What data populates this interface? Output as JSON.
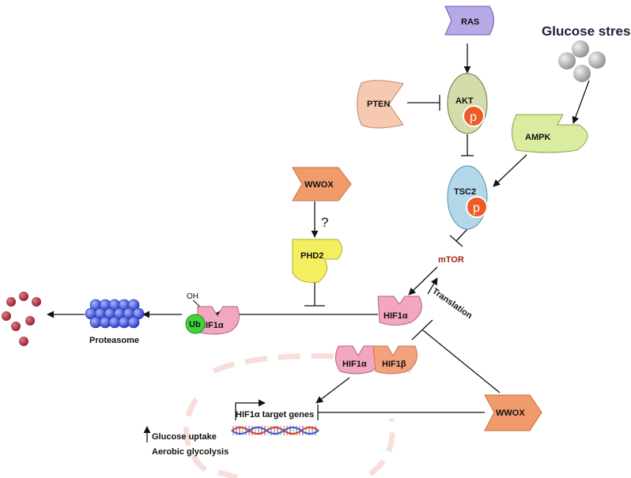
{
  "nodes": {
    "ras": "RAS",
    "pten": "PTEN",
    "akt": "AKT",
    "akt_p": "p",
    "ampk": "AMPK",
    "tsc2": "TSC2",
    "tsc2_p": "p",
    "wwox_top": "WWOX",
    "phd2": "PHD2",
    "mtor": "mTOR",
    "hif1a_center": "HIF1α",
    "hif1a_ub": "HIF1α",
    "ub": "Ub",
    "oh": "OH",
    "hif1a_dimer": "HIF1α",
    "hif1b_dimer": "HIF1β",
    "wwox_bottom": "WWOX",
    "proteasome": "Proteasome",
    "glucose_stress": "Glucose stress",
    "target_genes": "HIF1α target genes",
    "glucose_uptake": "Glucose uptake",
    "aerobic_glycolysis": "Aerobic glycolysis"
  },
  "edges": {
    "question": "?",
    "translation": "Translation"
  },
  "colors": {
    "ras": "#b7a8e6",
    "pten": "#f6c9b0",
    "akt": "#d4dcab",
    "phospho": "#ef5b26",
    "ampk": "#d9ec9f",
    "tsc2": "#b4d8ea",
    "wwox": "#f19a6a",
    "phd2": "#f4ef60",
    "hif1a": "#f2a6bf",
    "hif1b": "#f4a27e",
    "ub": "#3ed43e",
    "mtor": "#a31f16",
    "proteasome": "#3e56e2",
    "fragments": "#b22a3c",
    "glucose": "#a8a8a8",
    "nucleus": "#f2b3b0"
  }
}
